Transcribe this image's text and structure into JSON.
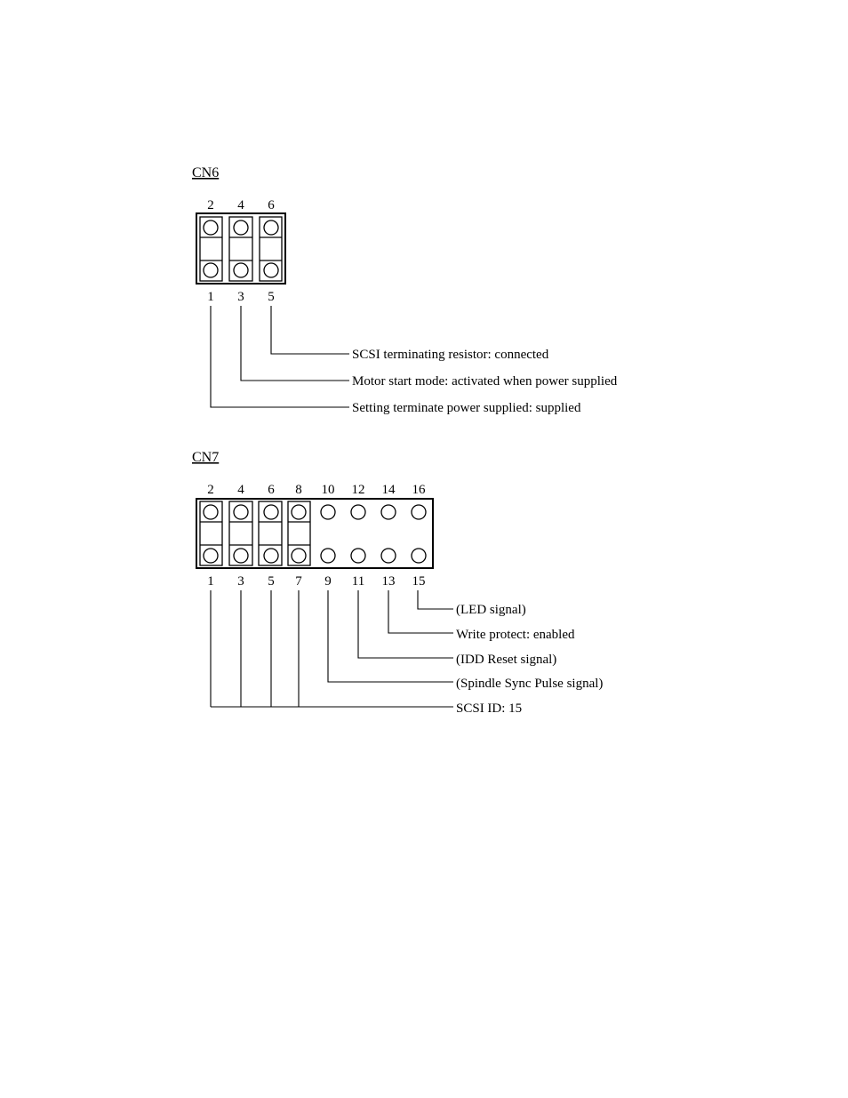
{
  "cn6": {
    "title": "CN6",
    "top_pins": [
      "2",
      "4",
      "6"
    ],
    "bottom_pins": [
      "1",
      "3",
      "5"
    ],
    "labels": {
      "pin5": "SCSI terminating resistor: connected",
      "pin3": "Motor start mode:  activated when power supplied",
      "pin1": "Setting terminate power supplied:  supplied"
    }
  },
  "cn7": {
    "title": "CN7",
    "top_pins": [
      "2",
      "4",
      "6",
      "8",
      "10",
      "12",
      "14",
      "16"
    ],
    "bottom_pins": [
      "1",
      "3",
      "5",
      "7",
      "9",
      "11",
      "13",
      "15"
    ],
    "labels": {
      "pin15": "(LED signal)",
      "pin13": "Write protect:  enabled",
      "pin11": "(IDD Reset signal)",
      "pin9": "(Spindle Sync Pulse signal)",
      "pins1to7": "SCSI ID:  15"
    }
  }
}
